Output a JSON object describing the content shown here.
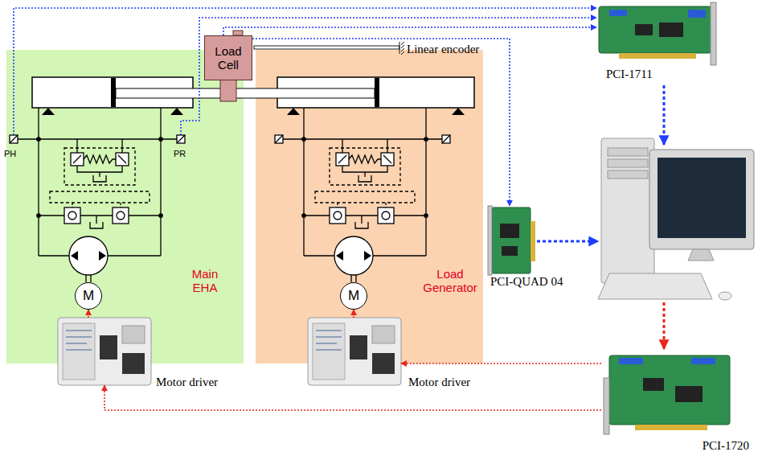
{
  "diagram": {
    "nodes": [
      {
        "text": [
          "Main EHA"
        ]
      },
      {
        "text": [
          "Load Generator"
        ]
      },
      {
        "text": [
          "Load Cell"
        ]
      },
      {
        "text": [
          "M"
        ],
        "in": 0
      },
      {
        "text": [
          "M"
        ],
        "in": 1
      },
      {
        "text": [
          "Motor driver"
        ]
      },
      {
        "text": [
          "Motor driver"
        ]
      },
      {
        "text": [
          "PCI-1711"
        ]
      },
      {
        "text": [
          "PCI-QUAD 04"
        ]
      },
      {
        "text": [
          "PCI-1720"
        ]
      }
    ],
    "edges": [
      {
        "from": 2,
        "to": 7,
        "arrow": "to"
      },
      {
        "from": 2,
        "to": 8,
        "arrow": "to"
      },
      {
        "from": 9,
        "to": 5,
        "arrow": "to"
      },
      {
        "from": 9,
        "to": 6,
        "arrow": "to"
      },
      {
        "from": 5,
        "to": 3,
        "arrow": "to"
      },
      {
        "from": 6,
        "to": 4,
        "arrow": "to"
      }
    ],
    "labels": [
      "PH",
      "PR",
      "Linear encoder"
    ]
  }
}
